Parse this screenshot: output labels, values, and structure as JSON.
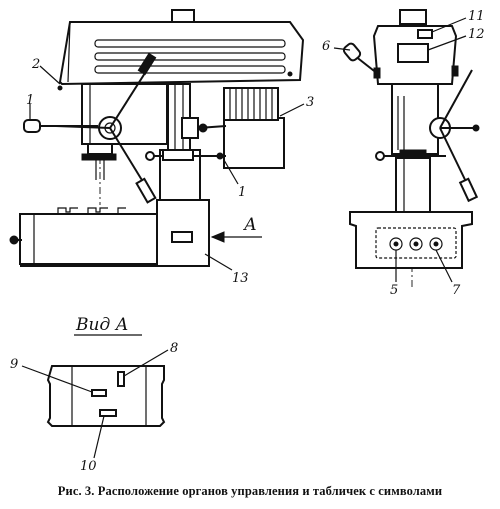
{
  "caption": "Рис. 3. Расположение органов управления и табличек с символами",
  "view_label": "Вид А",
  "arrow_label": "А",
  "callouts": {
    "c1a": "1",
    "c1b": "1",
    "c2": "2",
    "c3": "3",
    "c5": "5",
    "c6": "6",
    "c7": "7",
    "c8": "8",
    "c9": "9",
    "c10": "10",
    "c11": "11",
    "c12": "12",
    "c13": "13"
  }
}
